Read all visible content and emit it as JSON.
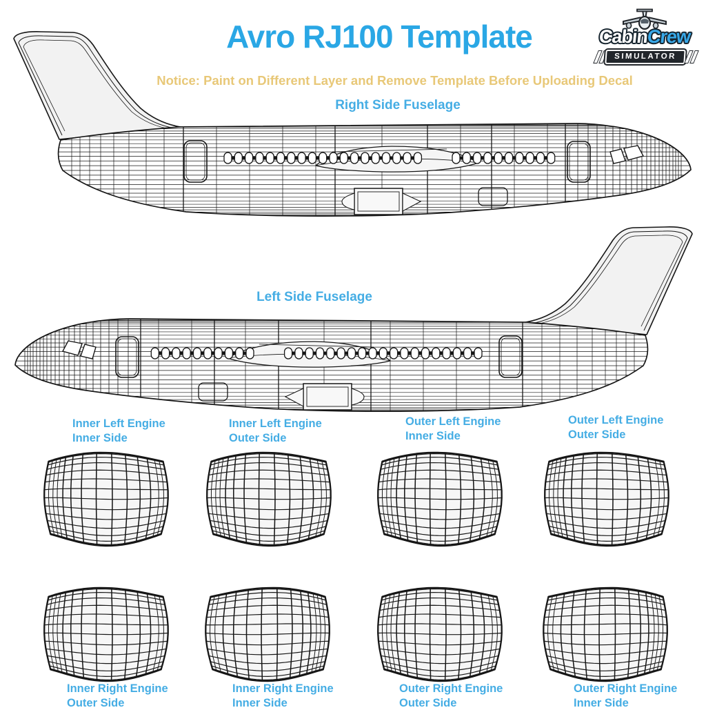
{
  "header": {
    "title": "Avro RJ100 Template",
    "notice": "Notice: Paint on Different Layer and Remove Template Before Uploading Decal"
  },
  "logo": {
    "word1": "Cabin",
    "word2": "Crew",
    "subtitle": "SIMULATOR"
  },
  "sections": {
    "right_fuselage": "Right Side Fuselage",
    "left_fuselage": "Left Side Fuselage"
  },
  "engine_panels": {
    "top_row": [
      {
        "line1": "Inner Left Engine",
        "line2": "Inner Side"
      },
      {
        "line1": "Inner Left Engine",
        "line2": "Outer Side"
      },
      {
        "line1": "Outer Left Engine",
        "line2": "Inner Side"
      },
      {
        "line1": "Outer Left Engine",
        "line2": "Outer Side"
      }
    ],
    "bottom_row": [
      {
        "line1": "Inner Right Engine",
        "line2": "Outer Side"
      },
      {
        "line1": "Inner Right Engine",
        "line2": "Inner Side"
      },
      {
        "line1": "Outer Right Engine",
        "line2": "Outer Side"
      },
      {
        "line1": "Outer Right Engine",
        "line2": "Inner Side"
      }
    ]
  },
  "colors": {
    "title_blue": "#2aa7e5",
    "label_blue": "#45ade4",
    "notice_gold": "#e8c878",
    "crew_blue": "#38a8e8",
    "wireframe_ink": "#161616",
    "panel_fill": "#f6f6f6",
    "fin_fill": "#f2f2f2"
  }
}
